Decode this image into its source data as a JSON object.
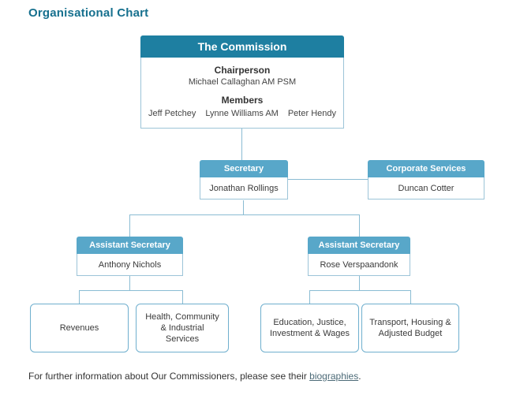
{
  "page": {
    "title": "Organisational Chart",
    "footer": {
      "text_before": "For further information about Our Commissioners, please see their ",
      "link_text": "biographies",
      "text_after": "."
    }
  },
  "colors": {
    "title_teal": "#16708e",
    "header_dark": "#1e7fa1",
    "header_light": "#58a7c9",
    "box_border": "#9cc4d8",
    "leaf_border": "#6fafce",
    "connector": "#8abcd3"
  },
  "chart": {
    "commission": {
      "title": "The Commission",
      "chairperson_label": "Chairperson",
      "chairperson_name": "Michael Callaghan AM PSM",
      "members_label": "Members",
      "members": [
        "Jeff Petchey",
        "Lynne Williams AM",
        "Peter Hendy"
      ]
    },
    "secretary": {
      "title": "Secretary",
      "name": "Jonathan Rollings"
    },
    "corporate_services": {
      "title": "Corporate Services",
      "name": "Duncan Cotter"
    },
    "assistant_left": {
      "title": "Assistant Secretary",
      "name": "Anthony Nichols"
    },
    "assistant_right": {
      "title": "Assistant Secretary",
      "name": "Rose Verspaandonk"
    },
    "leaves": [
      {
        "label": "Revenues"
      },
      {
        "label": "Health, Community & Industrial Services"
      },
      {
        "label": "Education, Justice, Investment & Wages"
      },
      {
        "label": "Transport, Housing & Adjusted Budget"
      }
    ]
  }
}
